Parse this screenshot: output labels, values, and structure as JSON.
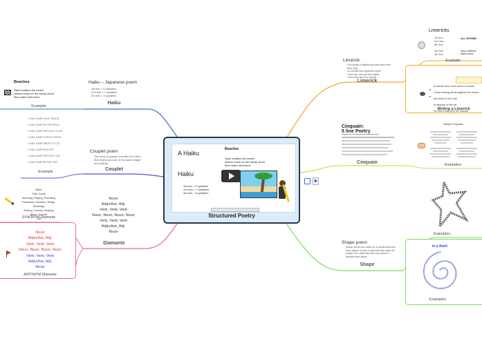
{
  "central": {
    "title": "Structured Poetry",
    "slide_heading": "A Haiku",
    "slide_subheading": "Haiku",
    "slide_lines": [
      "1st line = 5 syllables",
      "2nd line = 7 syllables",
      "3rd line = 5 syllables"
    ],
    "slide_poem_title": "Beaches",
    "slide_poem": [
      "Sand scatters the beach",
      "Waves crash on the sandy shore",
      "Blue water shimmers"
    ]
  },
  "haiku": {
    "label": "Haiku",
    "card_title": "Haiku – Japanese poem",
    "card_lines": [
      "1st line = 5 syllables",
      "2nd line = 7 syllables",
      "3rd line = 5 syllables"
    ],
    "example_label": "Example",
    "example_title": "Beaches",
    "example_lines": [
      "Sand scatters the beach",
      "Waves crash on the sandy shore",
      "Blue water shimmers"
    ]
  },
  "couplet": {
    "label": "Couplet",
    "card_title": "Couplet poem",
    "card_text": "Two lines of poetry, one after the other, that rhyme and are of the same length and rhythm.",
    "example_label": "Example",
    "example_lines": [
      "I CAN JUMP ON A TRACK",
      "I CAN JUMP IN THE PACK",
      "I CAN JUMP WITH MY CLOG",
      "I CAN JUMP OVER A FROG",
      "I CAN JUMP ABOUT A LOT",
      "I CAN JUMP IN A POT",
      "I CAN JUMP WITH MY CAT",
      "I CAN JUMP IN THE HAT"
    ]
  },
  "diamante": {
    "label": "Diamante",
    "pattern": [
      "Noun",
      "Adjective, Adj.",
      "Verb, Verb, Verb",
      "Noun, Noun, Noun, Noun",
      "Verb, Verb, Verb",
      "Adjective, Adj.",
      "Noun"
    ],
    "synonym_label": "SYNONYM Diamante",
    "synonym_lines": [
      "Bikes",
      "Fast, Small",
      "Motoring, Playing, Pounding",
      "Pressures, Scooters, Wings, Stockings",
      "Moving, Turning, Keeping",
      "Black, Smooth",
      "Cat"
    ],
    "antonym_label": "ANTONYM Diamante",
    "antonym_lines": [
      "Noun",
      "Adjective, Adj.",
      "Verb, Verb, Verb",
      "Noun, Noun, Noun, Noun",
      "Verb, Verb, Verb",
      "Adjective, Adj.",
      "Noun"
    ]
  },
  "limerick": {
    "label": "Limerick",
    "card_title": "Limerick",
    "card_lines": [
      "It is usually a silly/funny poem that is five lines long",
      "A Limerick has a specific rhyme",
      "Lines one, two and five rhyme",
      "Lines three and four rhyme"
    ],
    "example_label": "Example",
    "example_title": "Limericks",
    "example_lines": [
      "1st line",
      "2nd line",
      "5th line",
      "3rd line",
      "4th line"
    ],
    "example_note1": "ALL RHYME!",
    "example_note2": "Have a different rhyme sound",
    "writing_label": "Writing a Limerick",
    "writing_lines": [
      "A woman who once found a mouse",
      "Came looking all throughout her house",
      "she didn't in the hall",
      "to dispose of the rat",
      "So find it was why her spouse"
    ]
  },
  "cinquain": {
    "label": "Cinquain",
    "card_title": "Cinquain:",
    "card_subtitle": "5 line Poetry",
    "example_label": "Examples",
    "example_title": "Sample Cinquains"
  },
  "shape": {
    "label": "Shape",
    "card_title": "Shape poem",
    "card_text": "Shape poems are made up of words that have been placed in such a way that they make the shape of an object and also are words to describe that object.",
    "example_label1": "Examples",
    "example_label2": "Examples",
    "spiral_title": "In a Swirl"
  },
  "colors": {
    "orange": "#f5a623",
    "lime": "#b8e04a",
    "green": "#7ed957",
    "pink": "#e86aa8",
    "blue": "#3b6fd4",
    "purple": "#5b4bd6",
    "red": "#e0302a",
    "dark": "#26364a"
  }
}
